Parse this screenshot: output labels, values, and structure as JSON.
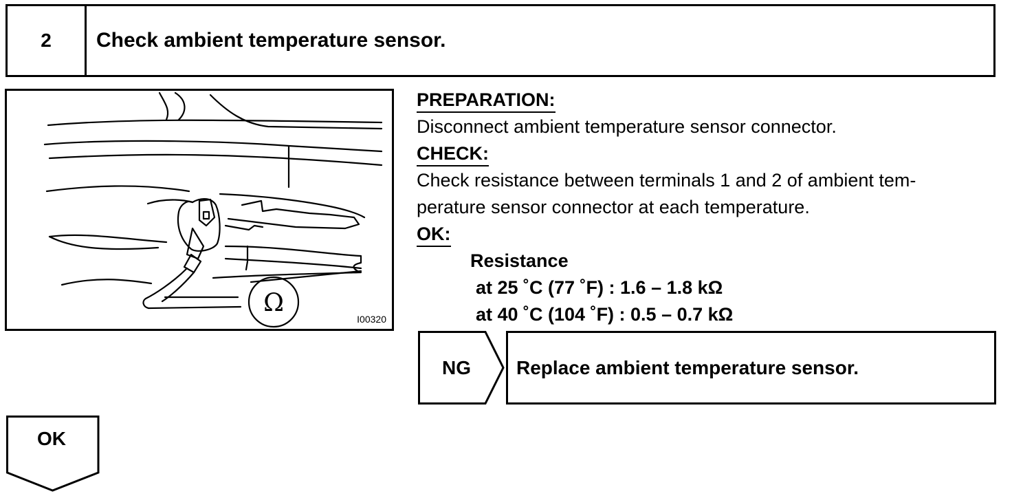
{
  "step": {
    "number": "2",
    "title": "Check ambient temperature sensor."
  },
  "figure": {
    "id": "I00320",
    "meter_symbol": "Ω"
  },
  "preparation": {
    "heading": "PREPARATION:",
    "text": "Disconnect ambient temperature sensor connector."
  },
  "check": {
    "heading": "CHECK:",
    "line1": "Check resistance between terminals 1 and  2 of ambient tem-",
    "line2": "perature sensor connector at each temperature."
  },
  "ok": {
    "heading": "OK:",
    "spec_title": "Resistance",
    "spec_rows": [
      "at 25 ˚C (77 ˚F) : 1.6 – 1.8 kΩ",
      "at 40 ˚C (104 ˚F) : 0.5 – 0.7 kΩ"
    ]
  },
  "ng": {
    "label": "NG",
    "action": "Replace ambient temperature sensor."
  },
  "ok_flow": {
    "label": "OK"
  }
}
